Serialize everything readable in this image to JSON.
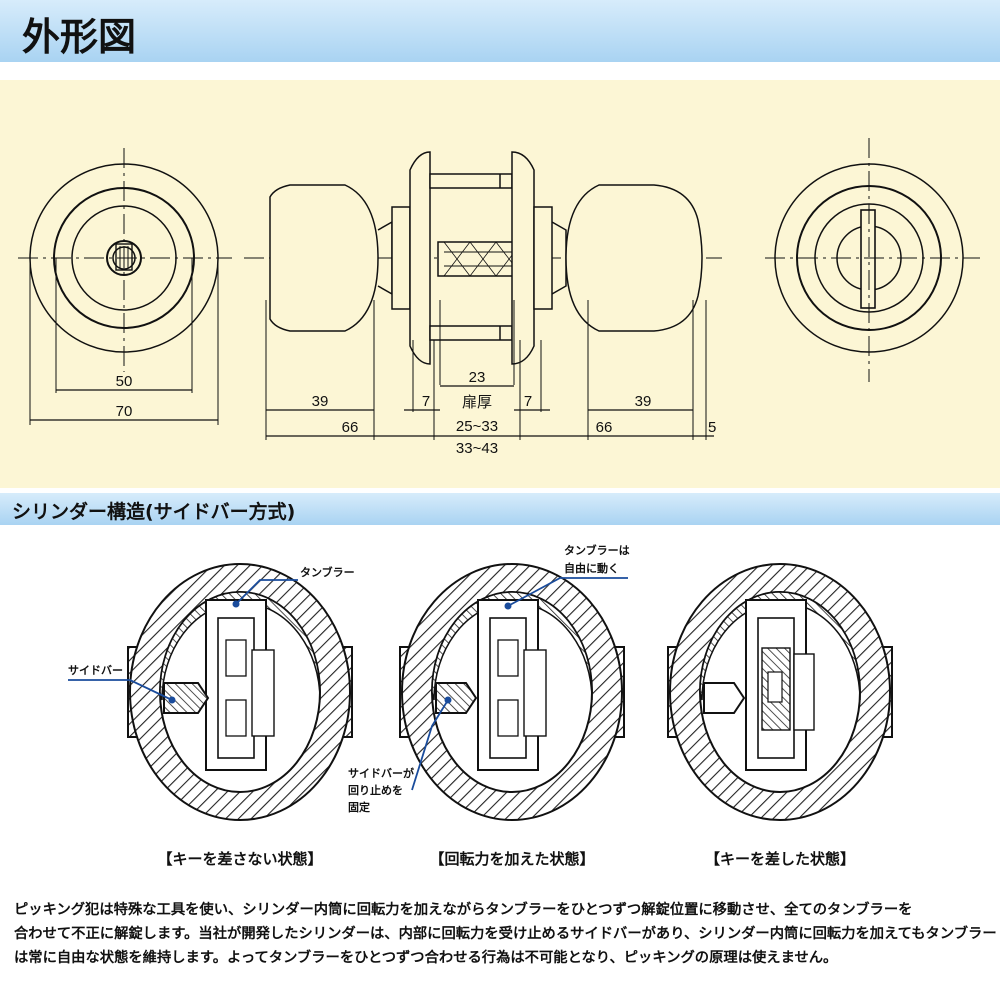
{
  "header": {
    "title": "外形図"
  },
  "section": {
    "title": "シリンダー構造(サイドバー方式)"
  },
  "dimensions": {
    "front_inner": "50",
    "front_outer": "70",
    "knob_left": "39",
    "knob_left_total": "66",
    "rose_left": "7",
    "spindle": "23",
    "door_label": "扉厚",
    "door_range": "25~33",
    "door_range2": "33~43",
    "rose_right": "7",
    "knob_right": "39",
    "knob_right_total": "66",
    "offset": "5"
  },
  "labels": {
    "tumbler1": "タンブラー",
    "sidebar1": "サイドバー",
    "tumbler2_line1": "タンブラーは",
    "tumbler2_line2": "自由に動く",
    "sidebar2_line1": "サイドバーが",
    "sidebar2_line2": "回り止めを",
    "sidebar2_line3": "固定"
  },
  "captions": {
    "state1": "【キーを差さない状態】",
    "state2": "【回転力を加えた状態】",
    "state3": "【キーを差した状態】"
  },
  "description": {
    "line1": "ピッキング犯は特殊な工具を使い、シリンダー内筒に回転力を加えながらタンブラーをひとつずつ解錠位置に移動させ、全てのタンブラーを",
    "line2": "合わせて不正に解錠します。当社が開発したシリンダーは、内部に回転力を受け止めるサイドバーがあり、シリンダー内筒に回転力を加えてもタンブラー",
    "line3": "は常に自由な状態を維持します。よってタンブラーをひとつずつ合わせる行為は不可能となり、ピッキングの原理は使えません。"
  },
  "colors": {
    "header_bg": "#a9d3f2",
    "drawing_bg": "#fcf6d5",
    "leader": "#1a4c9c"
  }
}
